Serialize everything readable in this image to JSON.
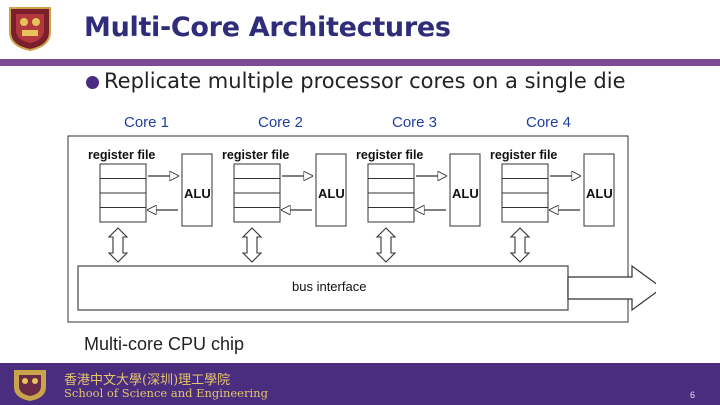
{
  "slide": {
    "title": "Multi-Core Architectures",
    "bullet": "Replicate multiple processor cores on a single die",
    "page_number": "6"
  },
  "diagram": {
    "cores": [
      {
        "label": "Core 1",
        "register_label": "register file",
        "alu_label": "ALU"
      },
      {
        "label": "Core 2",
        "register_label": "register file",
        "alu_label": "ALU"
      },
      {
        "label": "Core 3",
        "register_label": "register file",
        "alu_label": "ALU"
      },
      {
        "label": "Core 4",
        "register_label": "register file",
        "alu_label": "ALU"
      }
    ],
    "bus_label": "bus interface",
    "chip_caption": "Multi-core CPU chip",
    "core_label_color": "#1f3fa0"
  },
  "footer": {
    "chinese_name": "香港中文大學(深圳)理工學院",
    "english_name": "School of Science and Engineering",
    "bg_color": "#4a2d7f",
    "text_color": "#e3c56a"
  },
  "icons": {
    "logo": "university-crest-icon"
  }
}
